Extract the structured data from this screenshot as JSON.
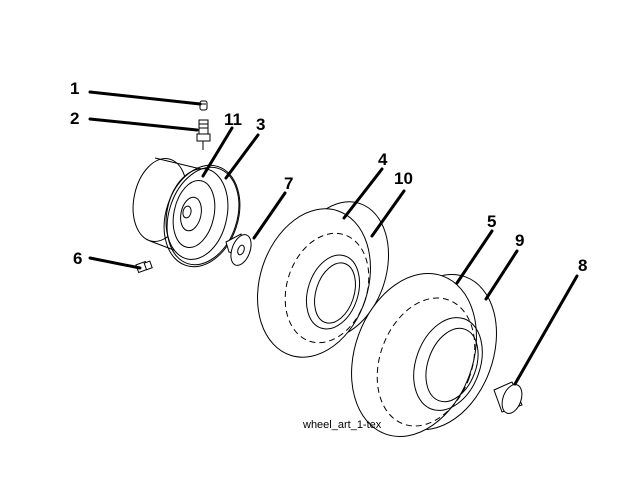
{
  "diagram": {
    "caption": "wheel_art_1-tex",
    "labels": {
      "p1": "1",
      "p2": "2",
      "p3": "3",
      "p4": "4",
      "p5": "5",
      "p6": "6",
      "p7": "7",
      "p8": "8",
      "p9": "9",
      "p10": "10",
      "p11": "11"
    }
  }
}
